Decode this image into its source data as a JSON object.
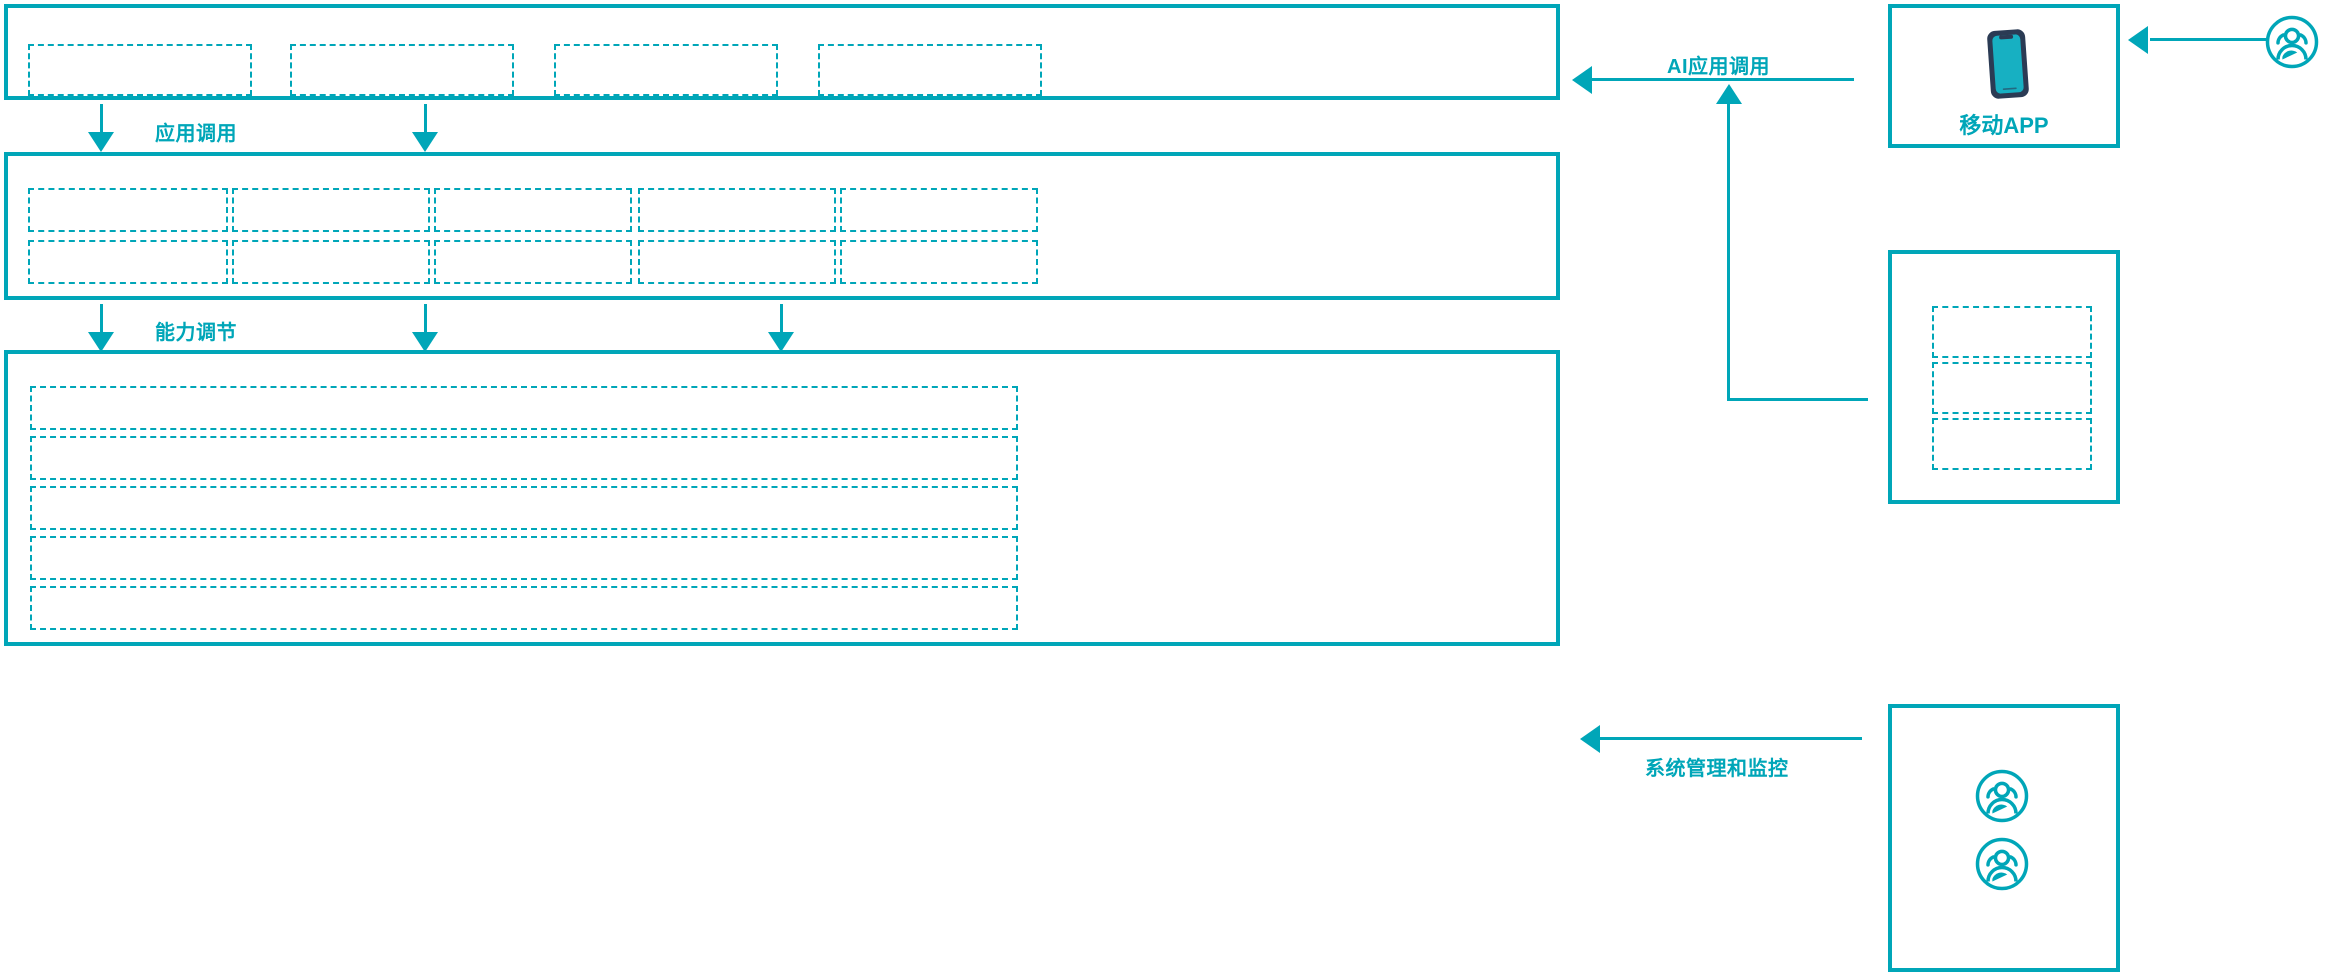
{
  "theme": {
    "accent": "#00a6b8",
    "icon_dark": "#2b3b54",
    "background": "#ffffff"
  },
  "diagram": {
    "type": "architecture-layer-diagram",
    "layers": [
      {
        "name": "application-layer",
        "slots": 4,
        "slot_labels": [
          "",
          "",
          "",
          ""
        ]
      },
      {
        "name": "capability-layer",
        "rows": 2,
        "columns": 5,
        "slot_labels": [
          "",
          "",
          "",
          "",
          "",
          "",
          "",
          "",
          "",
          ""
        ]
      },
      {
        "name": "platform-layer",
        "rows": 5,
        "slot_labels": [
          "",
          "",
          "",
          "",
          ""
        ]
      }
    ],
    "side_panels": [
      {
        "name": "mobile-app-panel",
        "icon": "smartphone-icon",
        "label": "移动APP"
      },
      {
        "name": "channel-panel",
        "slots": 3,
        "slot_labels": [
          "",
          "",
          ""
        ]
      },
      {
        "name": "operations-panel",
        "icons": [
          "users-group-icon",
          "users-group-icon"
        ]
      }
    ],
    "actors": [
      {
        "name": "end-user-actor",
        "icon": "users-group-icon"
      }
    ],
    "edge_labels": {
      "app_invoke": "应用调用",
      "capability_tune": "能力调节",
      "ai_app_invoke": "AI应用调用",
      "system_manage_monitor": "系统管理和监控"
    }
  }
}
